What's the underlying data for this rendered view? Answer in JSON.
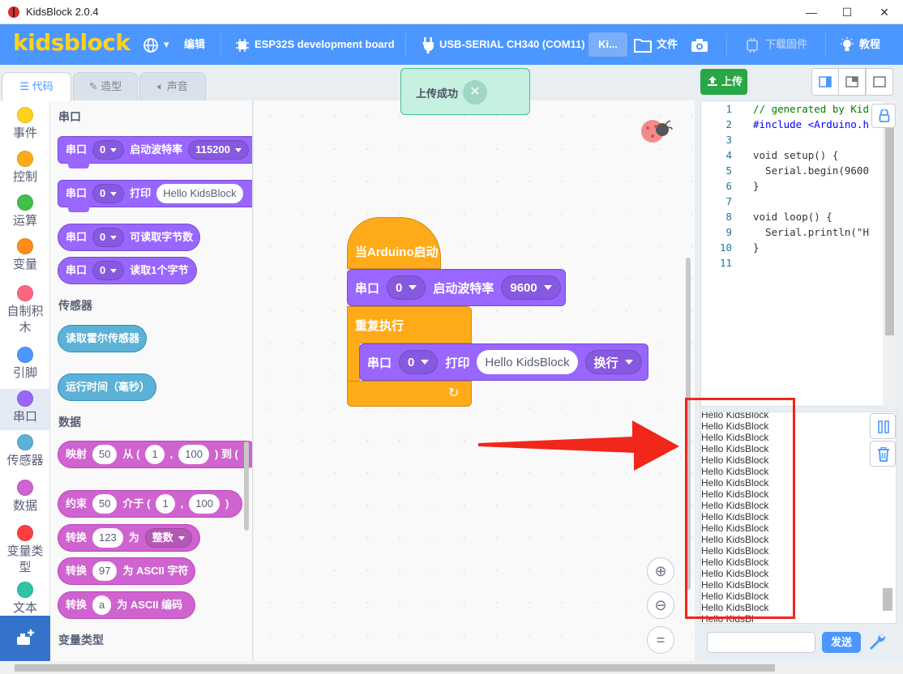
{
  "window": {
    "title": "KidsBlock 2.0.4"
  },
  "menubar": {
    "logo": "kidsblock",
    "edit": "编辑",
    "board": "ESP32S development board",
    "port": "USB-SERIAL CH340 (COM11)",
    "ki": "Ki...",
    "file": "文件",
    "firmware": "下载固件",
    "tutorial": "教程"
  },
  "tabs": {
    "code": "代码",
    "costumes": "造型",
    "sounds": "声音"
  },
  "categories": [
    {
      "label": "事件",
      "color": "#ffd21f"
    },
    {
      "label": "控制",
      "color": "#ffab19"
    },
    {
      "label": "运算",
      "color": "#40bf4a"
    },
    {
      "label": "变量",
      "color": "#ff8c1a"
    },
    {
      "label": "自制积木",
      "color": "#ff6680"
    },
    {
      "label": "引脚",
      "color": "#4c97ff"
    },
    {
      "label": "串口",
      "color": "#9966ff"
    },
    {
      "label": "传感器",
      "color": "#5cb1d6"
    },
    {
      "label": "数据",
      "color": "#cf63cf"
    },
    {
      "label": "变量类型",
      "color": "#ff3f3f"
    },
    {
      "label": "文本",
      "color": "#2ec4a4"
    }
  ],
  "palette": {
    "sections": {
      "serial": "串口",
      "sensor": "传感器",
      "data": "数据",
      "vartype": "变量类型"
    },
    "serial": {
      "label": "串口",
      "port": "0",
      "begin": "启动波特率",
      "baud": "115200",
      "print": "打印",
      "print_text": "Hello KidsBlock",
      "available": "可读取字节数",
      "read": "读取1个字节"
    },
    "sensor": {
      "hall": "读取霍尔传感器",
      "runtime": "运行时间（毫秒）"
    },
    "data": {
      "map": "映射",
      "map_val": "50",
      "from": "从 (",
      "v1": "1",
      "comma": ",",
      "v100": "100",
      "to": ") 到 (",
      "constrain": "约束",
      "c_val": "50",
      "between": "介于 (",
      "close": ")",
      "convert": "转换",
      "conv_val": "123",
      "as": "为",
      "type": "整数",
      "conv2_val": "97",
      "ascii_char": "为 ASCII 字符",
      "conv3_val": "a",
      "ascii_code": "为 ASCII 编码"
    }
  },
  "workspace": {
    "hat": "当Arduino启动",
    "serial_label": "串口",
    "port": "0",
    "begin": "启动波特率",
    "baud": "9600",
    "loop": "重复执行",
    "print": "打印",
    "text": "Hello KidsBlock",
    "newline": "换行"
  },
  "toast": {
    "message": "上传成功"
  },
  "upload": {
    "label": "上传"
  },
  "code": {
    "lines": [
      "// generated by Kid",
      "#include <Arduino.h",
      "",
      "void setup() {",
      "  Serial.begin(9600",
      "}",
      "",
      "void loop() {",
      "  Serial.println(\"H",
      "}",
      ""
    ],
    "numbers": [
      "1",
      "2",
      "3",
      "4",
      "5",
      "6",
      "7",
      "8",
      "9",
      "10",
      "11"
    ]
  },
  "serial_monitor": {
    "lines": [
      "Hello KidsBlock",
      "Hello KidsBlock",
      "Hello KidsBlock",
      "Hello KidsBlock",
      "Hello KidsBlock",
      "Hello KidsBlock",
      "Hello KidsBlock",
      "Hello KidsBlock",
      "Hello KidsBlock",
      "Hello KidsBlock",
      "Hello KidsBlock",
      "Hello KidsBlock",
      "Hello KidsBlock",
      "Hello KidsBlock",
      "Hello KidsBlock",
      "Hello KidsBlock",
      "Hello KidsBlock",
      "Hello KidsBlock",
      "Hello KidsBl"
    ],
    "send": "发送"
  }
}
